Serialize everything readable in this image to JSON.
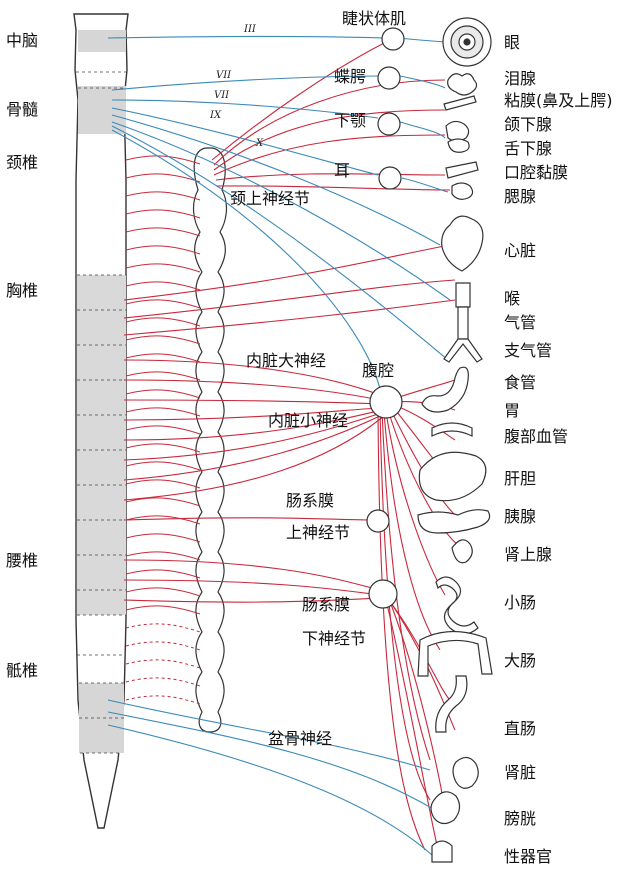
{
  "colors": {
    "sympathetic": "#c8283c",
    "parasympathetic": "#3c8ab8",
    "spine_fill": "#d9d9d9",
    "ganglion_stroke": "#b04050",
    "organ_stroke": "#333333"
  },
  "spinal_regions": {
    "midbrain": "中脑",
    "medulla": "骨髓",
    "cervical": "颈椎",
    "thoracic": "胸椎",
    "lumbar": "腰椎",
    "sacral": "骶椎"
  },
  "cranial_nerves": {
    "iii": "III",
    "vii_a": "VII",
    "vii_b": "VII",
    "ix": "IX",
    "x": "X"
  },
  "ganglia": {
    "ciliary": "睫状体肌",
    "pterygopalatine": "蝶腭",
    "submandibular": "下颚",
    "otic": "耳",
    "superior_cervical": "颈上神经节",
    "greater_splanchnic": "内脏大神经",
    "celiac": "腹腔",
    "lesser_splanchnic": "内脏小神经",
    "superior_mesenteric_1": "肠系膜",
    "superior_mesenteric_2": "上神经节",
    "inferior_mesenteric_1": "肠系膜",
    "inferior_mesenteric_2": "下神经节",
    "pelvic": "盆骨神经"
  },
  "organs": {
    "eye": "眼",
    "lacrimal": "泪腺",
    "mucosa": "粘膜(鼻及上腭)",
    "submandibular_gland": "颌下腺",
    "sublingual": "舌下腺",
    "oral_mucosa": "口腔黏膜",
    "parotid": "腮腺",
    "heart": "心脏",
    "larynx": "喉",
    "trachea": "气管",
    "bronchi": "支气管",
    "esophagus": "食管",
    "stomach": "胃",
    "abdominal_vessels": "腹部血管",
    "liver": "肝胆",
    "pancreas": "胰腺",
    "adrenal": "肾上腺",
    "small_intestine": "小肠",
    "large_intestine": "大肠",
    "rectum": "直肠",
    "kidney": "肾脏",
    "bladder": "膀胱",
    "genitals": "性器官"
  }
}
